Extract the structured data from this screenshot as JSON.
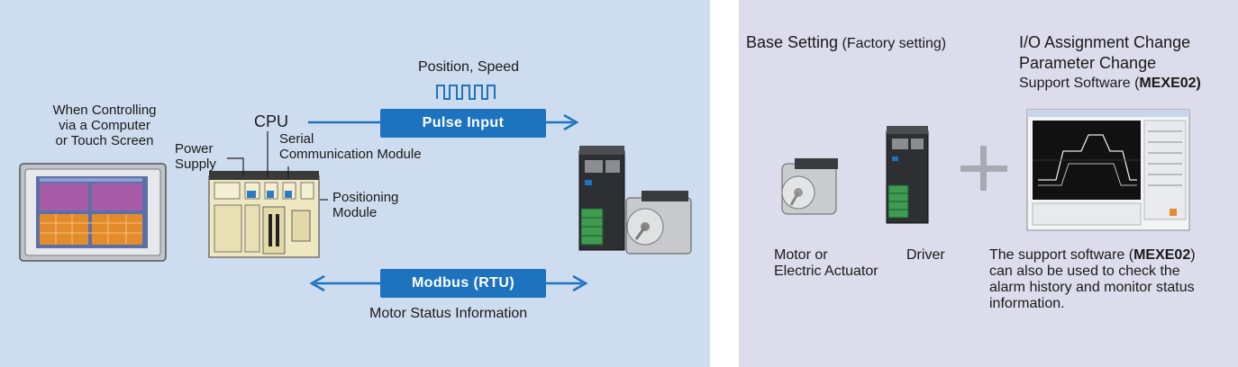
{
  "left": {
    "computer_label": [
      "When Controlling",
      "via a Computer",
      "or Touch Screen"
    ],
    "cpu_label": "CPU",
    "power_supply_label": [
      "Power",
      "Supply"
    ],
    "serial_label": [
      "Serial",
      "Communication Module"
    ],
    "positioning_label": [
      "Positioning",
      "Module"
    ],
    "position_speed_label": "Position, Speed",
    "pulse_input_label": "Pulse Input",
    "modbus_label": "Modbus (RTU)",
    "motor_status_label": "Motor Status Information"
  },
  "right": {
    "base_setting_label": "Base Setting",
    "factory_setting_label": "(Factory setting)",
    "io_assignment_label": "I/O Assignment Change",
    "parameter_change_label": "Parameter Change",
    "support_software_prefix": "Support Software (",
    "support_software_name": "MEXE02",
    "support_software_suffix": ")",
    "motor_label": [
      "Motor or",
      "Electric Actuator"
    ],
    "driver_label": "Driver",
    "note_prefix": "The support software (",
    "note_name": "MEXE02",
    "note_line1_suffix": ")",
    "note_lines": [
      "can also be used to check the",
      "alarm history and monitor status",
      "information."
    ]
  },
  "colors": {
    "left_bg": "#cddcee",
    "right_bg": "#dcdcec",
    "accent_blue": "#1e73be"
  }
}
